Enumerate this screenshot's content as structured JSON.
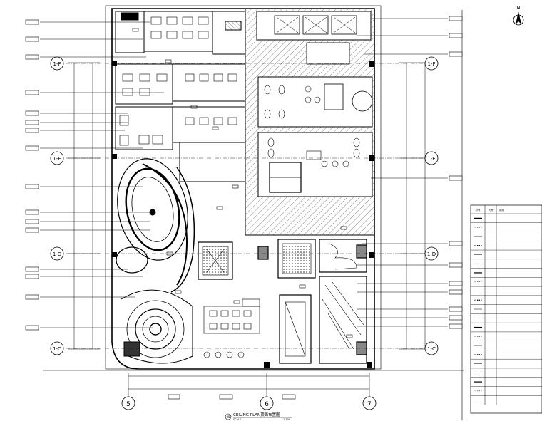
{
  "north": {
    "label": "N"
  },
  "grid_bubbles": {
    "left": [
      "1-F",
      "1-E",
      "1-D",
      "1-C"
    ],
    "right": [
      "1-F",
      "1-E",
      "1-D",
      "1-C"
    ],
    "bottom": [
      "5",
      "6",
      "7"
    ]
  },
  "title_block": {
    "number": "05",
    "title": "CEILING   PLAN顶面布置图",
    "scale_label": "SCALE",
    "scale_value": "1:100"
  },
  "legend": {
    "header": [
      "符号",
      "代号",
      "说明"
    ],
    "rows": [
      {
        "code": "",
        "desc": ""
      },
      {
        "code": "",
        "desc": ""
      },
      {
        "code": "",
        "desc": ""
      },
      {
        "code": "",
        "desc": ""
      },
      {
        "code": "",
        "desc": ""
      },
      {
        "code": "",
        "desc": ""
      },
      {
        "code": "",
        "desc": ""
      },
      {
        "code": "",
        "desc": ""
      },
      {
        "code": "",
        "desc": ""
      },
      {
        "code": "",
        "desc": ""
      },
      {
        "code": "",
        "desc": ""
      },
      {
        "code": "",
        "desc": ""
      },
      {
        "code": "",
        "desc": ""
      },
      {
        "code": "",
        "desc": ""
      },
      {
        "code": "",
        "desc": ""
      },
      {
        "code": "",
        "desc": ""
      },
      {
        "code": "",
        "desc": ""
      },
      {
        "code": "",
        "desc": ""
      },
      {
        "code": "",
        "desc": ""
      },
      {
        "code": "",
        "desc": ""
      },
      {
        "code": "",
        "desc": ""
      }
    ],
    "notes": [
      "",
      ""
    ]
  },
  "colors": {
    "line": "#000000",
    "hatch": "#555555",
    "background": "#ffffff"
  }
}
